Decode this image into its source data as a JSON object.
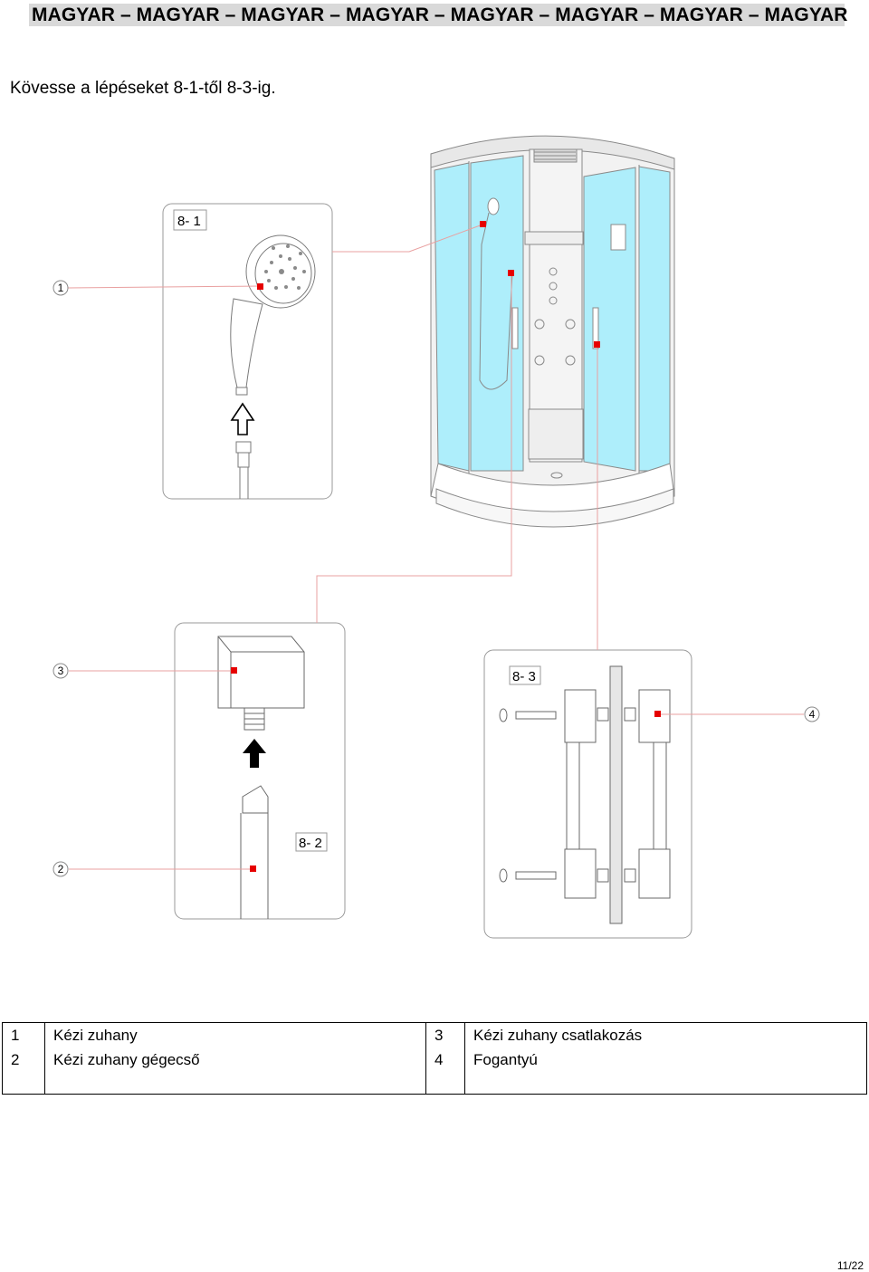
{
  "header": {
    "title": "MAGYAR – MAGYAR – MAGYAR – MAGYAR – MAGYAR – MAGYAR – MAGYAR – MAGYAR"
  },
  "instruction": "Kövesse a lépéseket 8-1-től 8-3-ig.",
  "steps": {
    "step1": "8- 1",
    "step2": "8- 2",
    "step3": "8- 3"
  },
  "callouts": {
    "c1": "1",
    "c2": "2",
    "c3": "3",
    "c4": "4"
  },
  "legend": [
    {
      "num": "1",
      "name": "Kézi zuhany",
      "num2": "3",
      "name2": "Kézi zuhany csatlakozás"
    },
    {
      "num": "2",
      "name": "Kézi zuhany gégecső",
      "num2": "4",
      "name2": "Fogantyú"
    }
  ],
  "colors": {
    "glass": "#aeeefb",
    "marker": "#e60000",
    "leader": "#e9a0a0"
  },
  "page_number": "11/22"
}
